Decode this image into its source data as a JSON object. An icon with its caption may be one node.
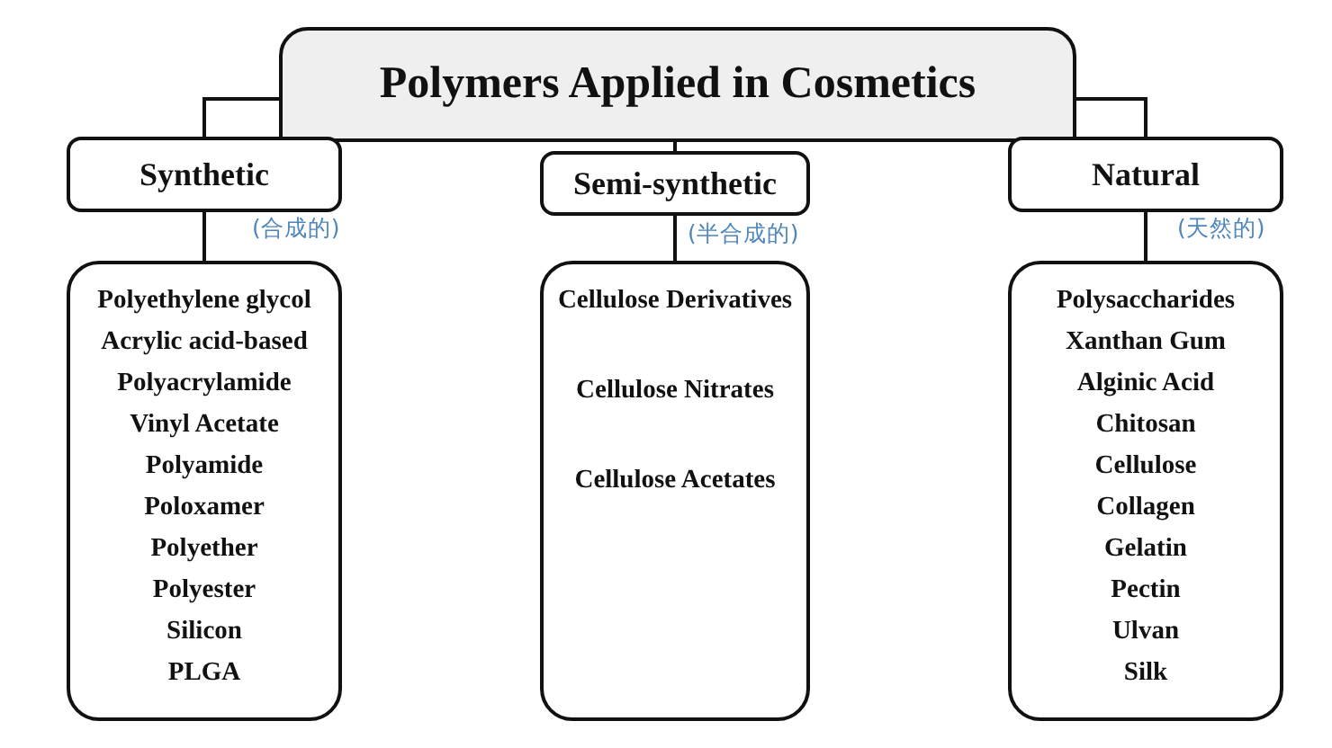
{
  "diagram": {
    "nodes": [
      {
        "text": [
          "Polymers Applied in Cosmetics"
        ]
      },
      {
        "text": [
          "Synthetic"
        ],
        "beside": [
          "(合成的)"
        ]
      },
      {
        "text": [
          "Semi-synthetic"
        ],
        "beside": [
          "(半合成的)"
        ]
      },
      {
        "text": [
          "Natural"
        ],
        "beside": [
          "(天然的)"
        ]
      },
      {
        "text": [
          "Polyethylene glycol",
          "Acrylic acid-based",
          "Polyacrylamide",
          "Vinyl Acetate",
          "Polyamide",
          "Poloxamer",
          "Polyether",
          "Polyester",
          "Silicon",
          "PLGA"
        ]
      },
      {
        "text": [
          "Cellulose Derivatives",
          "Cellulose Nitrates",
          "Cellulose Acetates"
        ]
      },
      {
        "text": [
          "Polysaccharides",
          "Xanthan Gum",
          "Alginic Acid",
          "Chitosan",
          "Cellulose",
          "Collagen",
          "Gelatin",
          "Pectin",
          "Ulvan",
          "Silk"
        ]
      }
    ],
    "edges": [
      {
        "from": 0,
        "to": 1,
        "arrow": "none"
      },
      {
        "from": 0,
        "to": 2,
        "arrow": "none"
      },
      {
        "from": 0,
        "to": 3,
        "arrow": "none"
      },
      {
        "from": 1,
        "to": 4,
        "arrow": "none"
      },
      {
        "from": 2,
        "to": 5,
        "arrow": "none"
      },
      {
        "from": 3,
        "to": 6,
        "arrow": "none"
      }
    ]
  }
}
